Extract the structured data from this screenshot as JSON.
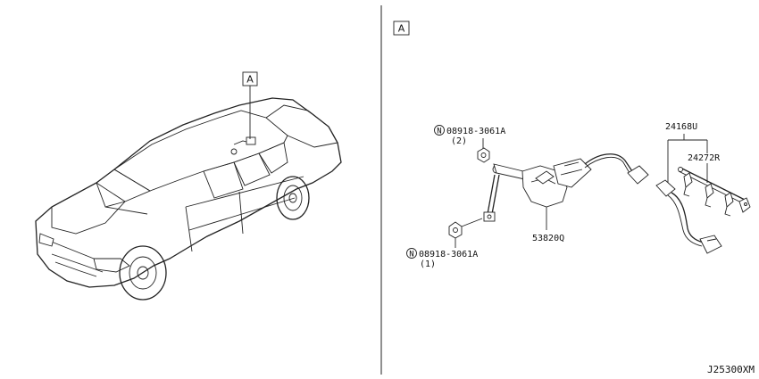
{
  "view_marker_left": "A",
  "view_marker_right": "A",
  "parts": {
    "sensor": "53820Q",
    "harness": "24168U",
    "clip": "24272R",
    "nut_upper": {
      "n_symbol": "N",
      "code": "08918-3061A",
      "qty": "(2)"
    },
    "nut_lower": {
      "n_symbol": "N",
      "code": "08918-3061A",
      "qty": "(1)"
    }
  },
  "diagram_id": "J25300XM"
}
